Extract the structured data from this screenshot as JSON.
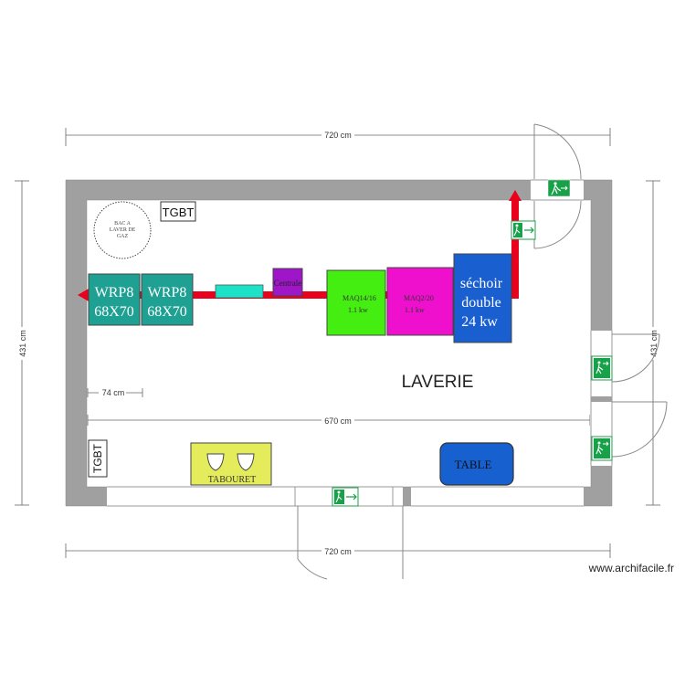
{
  "dimensions": {
    "top_width": "720 cm",
    "bottom_width": "720 cm",
    "inner_width": "670 cm",
    "left_height": "431 cm",
    "right_height": "431 cm",
    "small_offset": "74 cm"
  },
  "room": {
    "name": "LAVERIE"
  },
  "equipment": {
    "tgbt_top": "TGBT",
    "tgbt_left": "TGBT",
    "washer1_line1": "WRP8",
    "washer1_line2": "68X70",
    "washer2_line1": "WRP8",
    "washer2_line2": "68X70",
    "centrale": "Centrale",
    "maq1_line1": "MAQ14/16",
    "maq1_line2": "1.1 kw",
    "maq2_line1": "MAQ2/20",
    "maq2_line2": "1.1 kw",
    "dryer_line1": "séchoir",
    "dryer_line2": "double",
    "dryer_line3": "24 kw",
    "tabouret": "TABOURET",
    "table": "TABLE",
    "circle_line1": "BAC A",
    "circle_line2": "LAVER DE",
    "circle_line3": "GAZ"
  },
  "watermark": "www.archifacile.fr",
  "colors": {
    "wall": "#a0a0a0",
    "pipe": "#e8001c",
    "washer": "#1ea092",
    "centrale": "#9e16c8",
    "maq1": "#44ee10",
    "maq2": "#ee10cc",
    "dryer": "#1a5fd0",
    "table": "#1660d0",
    "tabouret": "#e4ec5c",
    "emergency": "#19a14a"
  }
}
